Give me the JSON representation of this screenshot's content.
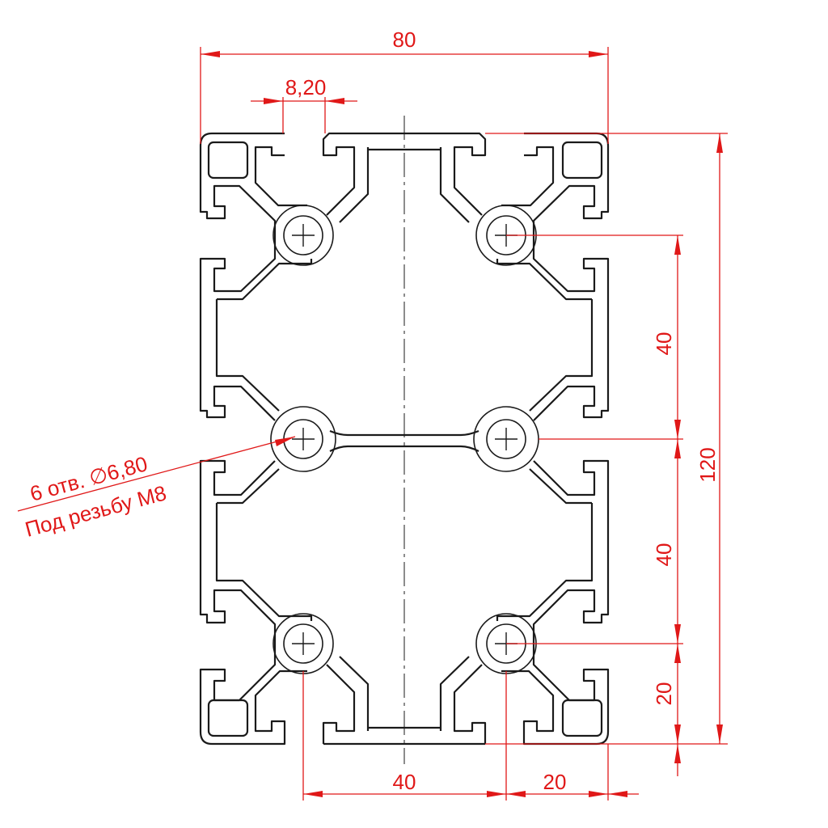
{
  "drawing": {
    "dimensions": {
      "overall_width": "80",
      "slot_width": "8,20",
      "overall_height": "120",
      "hole_spacing_upper": "40",
      "hole_spacing_lower": "40",
      "bottom_offset": "20",
      "hole_horizontal": "40",
      "edge_offset": "20"
    },
    "callout": {
      "line1": "6 отв. ∅6,80",
      "line2": "Под резьбу М8"
    },
    "colors": {
      "outline": "#1a1a1a",
      "dimension": "#e01818",
      "background": "#ffffff"
    }
  }
}
